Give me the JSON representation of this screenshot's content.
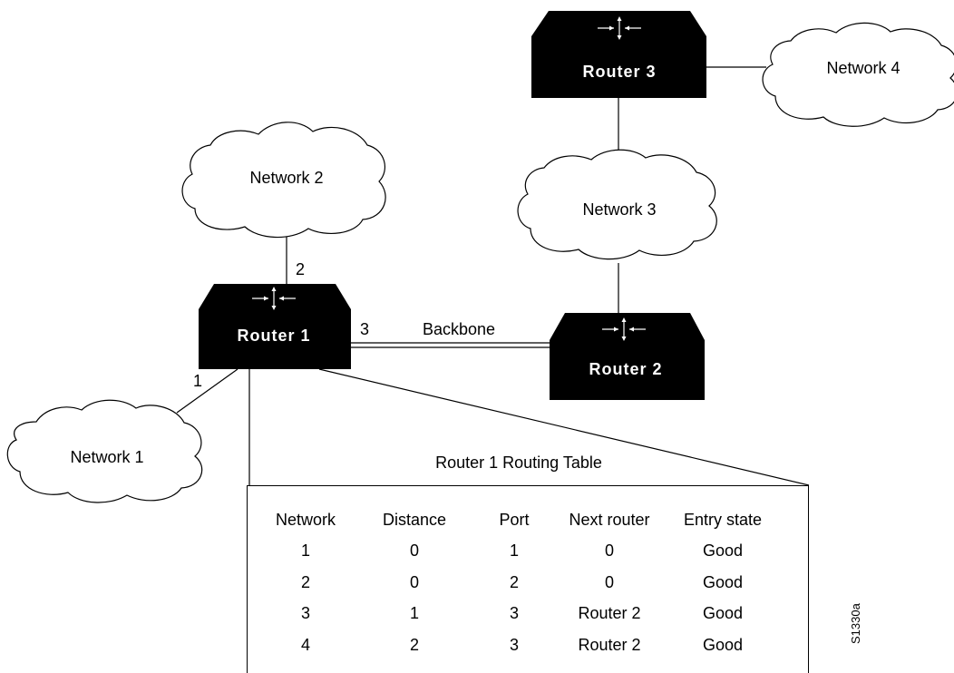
{
  "routers": [
    {
      "id": "router-1",
      "label": "Router 1"
    },
    {
      "id": "router-2",
      "label": "Router 2"
    },
    {
      "id": "router-3",
      "label": "Router 3"
    }
  ],
  "networks": [
    {
      "id": "network-1",
      "label": "Network 1"
    },
    {
      "id": "network-2",
      "label": "Network 2"
    },
    {
      "id": "network-3",
      "label": "Network 3"
    },
    {
      "id": "network-4",
      "label": "Network 4"
    }
  ],
  "ports": {
    "p1": "1",
    "p2": "2",
    "p3": "3"
  },
  "backbone_label": "Backbone",
  "routing_table": {
    "title": "Router 1 Routing Table",
    "headers": [
      "Network",
      "Distance",
      "Port",
      "Next router",
      "Entry state"
    ],
    "rows": [
      [
        "1",
        "0",
        "1",
        "0",
        "Good"
      ],
      [
        "2",
        "0",
        "2",
        "0",
        "Good"
      ],
      [
        "3",
        "1",
        "3",
        "Router 2",
        "Good"
      ],
      [
        "4",
        "2",
        "3",
        "Router 2",
        "Good"
      ]
    ]
  },
  "figure_id": "S1330a",
  "colors": {
    "router_fill": "#000000",
    "router_text": "#ffffff",
    "line": "#000000"
  }
}
